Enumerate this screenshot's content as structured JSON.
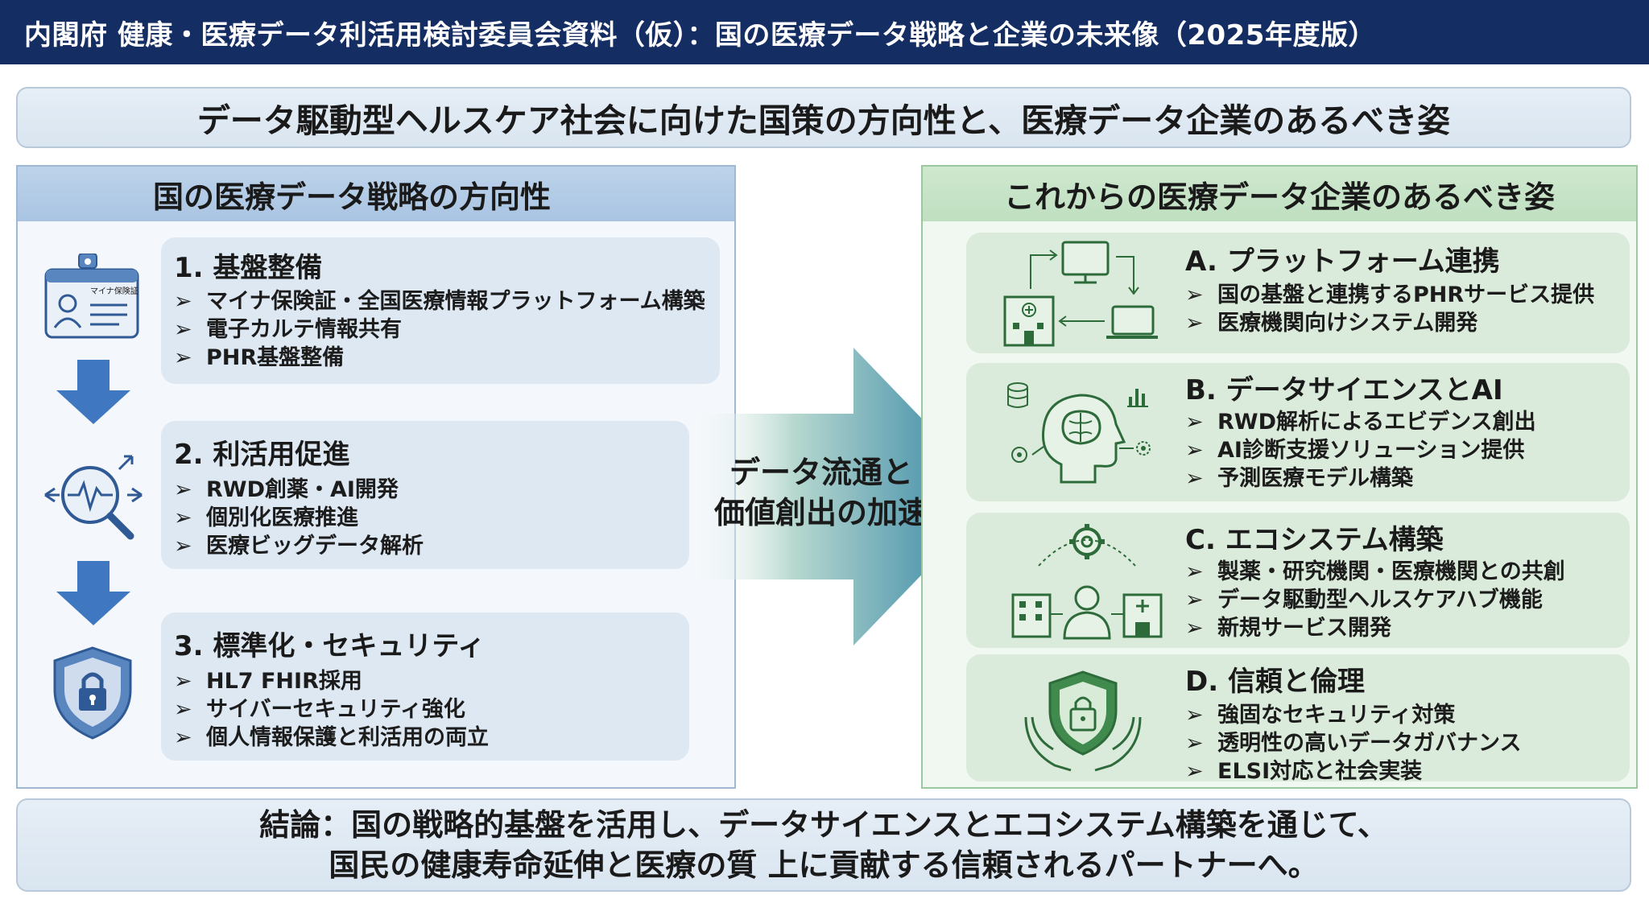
{
  "header": {
    "title": "内閣府 健康・医療データ利活用検討委員会資料（仮）：国の医療データ戦略と企業の未来像（2025年度版）"
  },
  "headline": "データ駆動型ヘルスケア社会に向けた国策の方向性と、医療データ企業のあるべき姿",
  "left_panel": {
    "title": "国の医療データ戦略の方向性",
    "cards": [
      {
        "title": "1. 基盤整備",
        "icon": "id-card-icon",
        "icon_label": "マイナ保険証",
        "items": [
          "マイナ保険証・全国医療情報プラットフォーム構築",
          "電子カルテ情報共有",
          "PHR基盤整備"
        ]
      },
      {
        "title": "2. 利活用促進",
        "icon": "magnifier-pulse-icon",
        "items": [
          "RWD創薬・AI開発",
          "個別化医療推進",
          "医療ビッグデータ解析"
        ]
      },
      {
        "title": "3. 標準化・セキュリティ",
        "icon": "shield-lock-icon",
        "items": [
          "HL7 FHIR採用",
          "サイバーセキュリティ強化",
          "個人情報保護と利活用の両立"
        ]
      }
    ]
  },
  "arrow": {
    "line1": "データ流通と",
    "line2": "価値創出の加速"
  },
  "right_panel": {
    "title": "これからの医療データ企業のあるべき姿",
    "cards": [
      {
        "title": "A. プラットフォーム連携",
        "icon": "platform-network-icon",
        "items": [
          "国の基盤と連携するPHRサービス提供",
          "医療機関向けシステム開発"
        ]
      },
      {
        "title": "B. データサイエンスとAI",
        "icon": "ai-head-icon",
        "items": [
          "RWD解析によるエビデンス創出",
          "AI診断支援ソリューション提供",
          "予測医療モデル構築"
        ]
      },
      {
        "title": "C. エコシステム構築",
        "icon": "ecosystem-icon",
        "items": [
          "製薬・研究機関・医療機関との共創",
          "データ駆動型ヘルスケアハブ機能",
          "新規サービス開発"
        ]
      },
      {
        "title": "D. 信頼と倫理",
        "icon": "hands-shield-icon",
        "items": [
          "強固なセキュリティ対策",
          "透明性の高いデータガバナンス",
          "ELSI対応と社会実装"
        ]
      }
    ]
  },
  "conclusion": {
    "line1": "結論：国の戦略的基盤を活用し、データサイエンスとエコシステム構築を通じて、",
    "line2": "国民の健康寿命延伸と医療の質 上に貢献する信頼されるパートナーへ。"
  },
  "colors": {
    "header_bg": "#142d63",
    "left_accent": "#3f6fad",
    "right_accent": "#2f7a3e"
  }
}
